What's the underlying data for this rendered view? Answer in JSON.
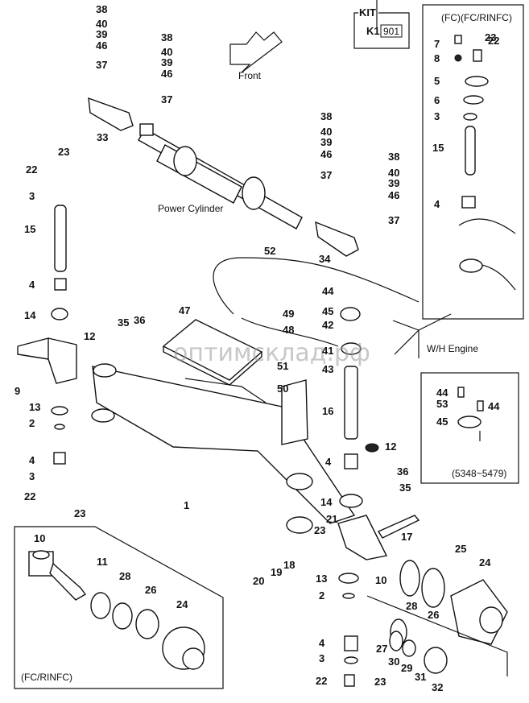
{
  "kit": {
    "title": "KIT",
    "code": "K1",
    "value": "901"
  },
  "front_label": "Front",
  "power_cylinder_label": "Power Cylinder",
  "wh_engine_label": "W/H Engine",
  "watermark": "оптимсклад.рф",
  "insets": {
    "top_right": {
      "caption": "(FC)(FC/RINFC)",
      "parts": [
        "7",
        "8",
        "22",
        "23",
        "5",
        "6",
        "3",
        "15",
        "4"
      ]
    },
    "mid_right": {
      "caption": "(5348~5479)",
      "parts": [
        "44",
        "53",
        "44",
        "45"
      ]
    },
    "bottom_left": {
      "caption": "(FC/RINFC)",
      "parts": [
        "10",
        "11",
        "28",
        "26",
        "24"
      ]
    }
  },
  "callouts": [
    {
      "id": "c38a",
      "text": "38"
    },
    {
      "id": "c40a",
      "text": "40"
    },
    {
      "id": "c39a",
      "text": "39"
    },
    {
      "id": "c46a",
      "text": "46"
    },
    {
      "id": "c37a",
      "text": "37"
    },
    {
      "id": "c38b",
      "text": "38"
    },
    {
      "id": "c40b",
      "text": "40"
    },
    {
      "id": "c39b",
      "text": "39"
    },
    {
      "id": "c46b",
      "text": "46"
    },
    {
      "id": "c37b",
      "text": "37"
    },
    {
      "id": "c33",
      "text": "33"
    },
    {
      "id": "c38c",
      "text": "38"
    },
    {
      "id": "c40c",
      "text": "40"
    },
    {
      "id": "c39c",
      "text": "39"
    },
    {
      "id": "c46c",
      "text": "46"
    },
    {
      "id": "c37c",
      "text": "37"
    },
    {
      "id": "c38d",
      "text": "38"
    },
    {
      "id": "c40d",
      "text": "40"
    },
    {
      "id": "c39d",
      "text": "39"
    },
    {
      "id": "c46d",
      "text": "46"
    },
    {
      "id": "c37d",
      "text": "37"
    },
    {
      "id": "c34",
      "text": "34"
    },
    {
      "id": "c52",
      "text": "52"
    },
    {
      "id": "c23a",
      "text": "23"
    },
    {
      "id": "c22a",
      "text": "22"
    },
    {
      "id": "c3a",
      "text": "3"
    },
    {
      "id": "c15a",
      "text": "15"
    },
    {
      "id": "c4a",
      "text": "4"
    },
    {
      "id": "c14a",
      "text": "14"
    },
    {
      "id": "c12a",
      "text": "12"
    },
    {
      "id": "c35a",
      "text": "35"
    },
    {
      "id": "c36a",
      "text": "36"
    },
    {
      "id": "c9",
      "text": "9"
    },
    {
      "id": "c13a",
      "text": "13"
    },
    {
      "id": "c2a",
      "text": "2"
    },
    {
      "id": "c4b",
      "text": "4"
    },
    {
      "id": "c3b",
      "text": "3"
    },
    {
      "id": "c22b",
      "text": "22"
    },
    {
      "id": "c23b",
      "text": "23"
    },
    {
      "id": "c47",
      "text": "47"
    },
    {
      "id": "c49",
      "text": "49"
    },
    {
      "id": "c48",
      "text": "48"
    },
    {
      "id": "c44a",
      "text": "44"
    },
    {
      "id": "c45a",
      "text": "45"
    },
    {
      "id": "c42",
      "text": "42"
    },
    {
      "id": "c41",
      "text": "41"
    },
    {
      "id": "c43",
      "text": "43"
    },
    {
      "id": "c51",
      "text": "51"
    },
    {
      "id": "c50",
      "text": "50"
    },
    {
      "id": "c16",
      "text": "16"
    },
    {
      "id": "c12b",
      "text": "12"
    },
    {
      "id": "c4c",
      "text": "4"
    },
    {
      "id": "c36b",
      "text": "36"
    },
    {
      "id": "c35b",
      "text": "35"
    },
    {
      "id": "c14b",
      "text": "14"
    },
    {
      "id": "c1",
      "text": "1"
    },
    {
      "id": "c21",
      "text": "21"
    },
    {
      "id": "c23c",
      "text": "23"
    },
    {
      "id": "c17",
      "text": "17"
    },
    {
      "id": "c18",
      "text": "18"
    },
    {
      "id": "c19",
      "text": "19"
    },
    {
      "id": "c20",
      "text": "20"
    },
    {
      "id": "c13b",
      "text": "13"
    },
    {
      "id": "c10a",
      "text": "10"
    },
    {
      "id": "c2b",
      "text": "2"
    },
    {
      "id": "c28a",
      "text": "28"
    },
    {
      "id": "c26a",
      "text": "26"
    },
    {
      "id": "c25",
      "text": "25"
    },
    {
      "id": "c24a",
      "text": "24"
    },
    {
      "id": "c4d",
      "text": "4"
    },
    {
      "id": "c3c",
      "text": "3"
    },
    {
      "id": "c22c",
      "text": "22"
    },
    {
      "id": "c23d",
      "text": "23"
    },
    {
      "id": "c27",
      "text": "27"
    },
    {
      "id": "c30",
      "text": "30"
    },
    {
      "id": "c29",
      "text": "29"
    },
    {
      "id": "c31",
      "text": "31"
    },
    {
      "id": "c32",
      "text": "32"
    },
    {
      "id": "c10b",
      "text": "10"
    },
    {
      "id": "c11",
      "text": "11"
    },
    {
      "id": "c28b",
      "text": "28"
    },
    {
      "id": "c26b",
      "text": "26"
    },
    {
      "id": "c24b",
      "text": "24"
    },
    {
      "id": "c7",
      "text": "7"
    },
    {
      "id": "c8",
      "text": "8"
    },
    {
      "id": "c22d",
      "text": "22"
    },
    {
      "id": "c23e",
      "text": "23"
    },
    {
      "id": "c5",
      "text": "5"
    },
    {
      "id": "c6",
      "text": "6"
    },
    {
      "id": "c3d",
      "text": "3"
    },
    {
      "id": "c15b",
      "text": "15"
    },
    {
      "id": "c4e",
      "text": "4"
    },
    {
      "id": "c44b",
      "text": "44"
    },
    {
      "id": "c53",
      "text": "53"
    },
    {
      "id": "c44c",
      "text": "44"
    },
    {
      "id": "c45b",
      "text": "45"
    }
  ]
}
